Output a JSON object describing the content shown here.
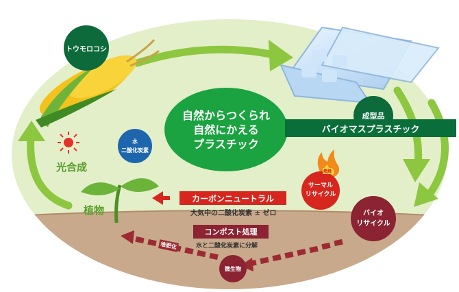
{
  "corn_label": "トウモロコシ",
  "center_text": [
    "自然からつくられ",
    "自然にかえる",
    "プラスチック"
  ],
  "product_label": "成型品",
  "bioplastic_label": "バイオマスプラスチック",
  "water_co2": [
    "水",
    "二酸化炭素"
  ],
  "photosynthesis_label": "光合成",
  "plant_label": "植物",
  "carbon_neutral_title": "カーボンニュートラル",
  "carbon_neutral_sub": "大気中の二酸化炭素 ± ゼロ",
  "thermal_recycle": [
    "サーマル",
    "リサイクル"
  ],
  "fire_label": "燃焼",
  "bio_recycle": [
    "バイオ",
    "リサイクル"
  ],
  "compost_title": "コンポスト処理",
  "compost_sub": "水と二酸化炭素に分解",
  "compost_label": "堆肥化",
  "microbe_label": "微生物",
  "colors": {
    "ellipse": "#e3efc9",
    "arrow_green": "#8dc63f",
    "dark_green": "#0d6a3a",
    "brand_green": "#0a6e3a",
    "center_green": "#1aa340",
    "red": "#d7261e",
    "maroon": "#8b2332",
    "soil": "#c9a98b",
    "soil_arrow": "#9c2a33",
    "water_blue": "#1d66ae"
  }
}
